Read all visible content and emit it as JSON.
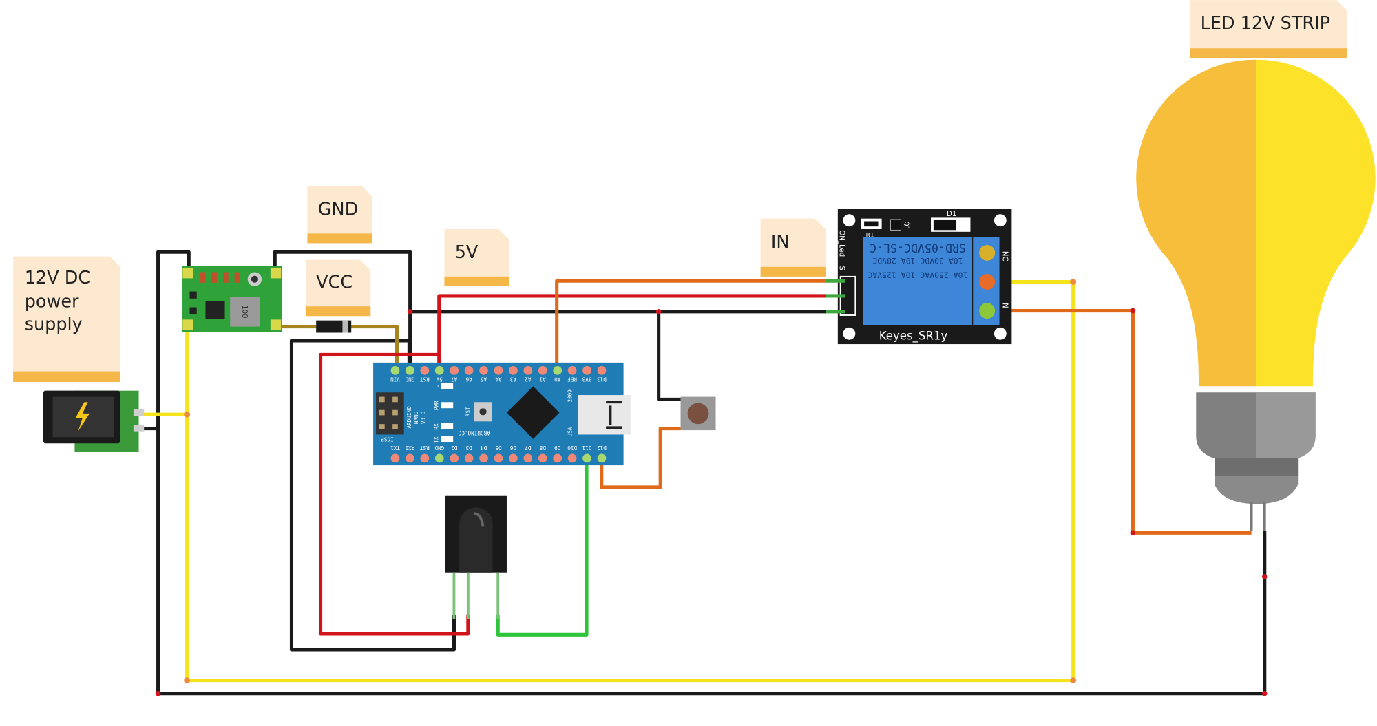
{
  "notes": {
    "power_supply": [
      "12V DC",
      "power",
      "supply"
    ],
    "gnd": "GND",
    "vcc": "VCC",
    "five_v": "5V",
    "in": "IN",
    "led_strip": "LED 12V STRIP"
  },
  "arduino": {
    "name": [
      "ARDUINO",
      "NANO",
      "V3.0"
    ],
    "brand": "ARDUINO.CC",
    "top_pins": [
      "VIN",
      "GND",
      "RST",
      "5V",
      "A7",
      "A6",
      "A5",
      "A4",
      "A3",
      "A2",
      "A1",
      "A0",
      "REF",
      "3V3",
      "D13"
    ],
    "bottom_pins": [
      "TX1",
      "RX0",
      "RST",
      "GND",
      "D2",
      "D3",
      "D4",
      "D5",
      "D6",
      "D7",
      "D8",
      "D9",
      "D10",
      "D11",
      "D12"
    ],
    "leds": [
      "L",
      "PWR",
      "RX",
      "TX"
    ],
    "reset": "RST",
    "icsp": "ICSP",
    "usa": "USA",
    "year": "2009"
  },
  "relay": {
    "model": "SRD-05VDC-SL-C",
    "rating1": "10A 30VDC  10A 28VDC",
    "rating2": "10A 250VAC 10A 125VAC",
    "label": "Keyes_SR1y",
    "on_led": "ON_Led",
    "s": "S",
    "nc": "NC",
    "no": "N",
    "d1": "D1",
    "r1": "R1",
    "q1": "Q1"
  },
  "buck": {
    "marking": "100"
  },
  "colors": {
    "wire_black": "#1a1a1a",
    "wire_red": "#d0141a",
    "wire_orange": "#e06a1a",
    "wire_yellow": "#f5e41c",
    "wire_green": "#2ec53a",
    "wire_olive": "#a8841e",
    "note": "#fde9cf",
    "note_fold": "#f5b748",
    "board_blue": "#1f7cb5",
    "relay_blue": "#3d86d8",
    "bulb_left": "#f6be3a",
    "bulb_right": "#fde22a"
  }
}
